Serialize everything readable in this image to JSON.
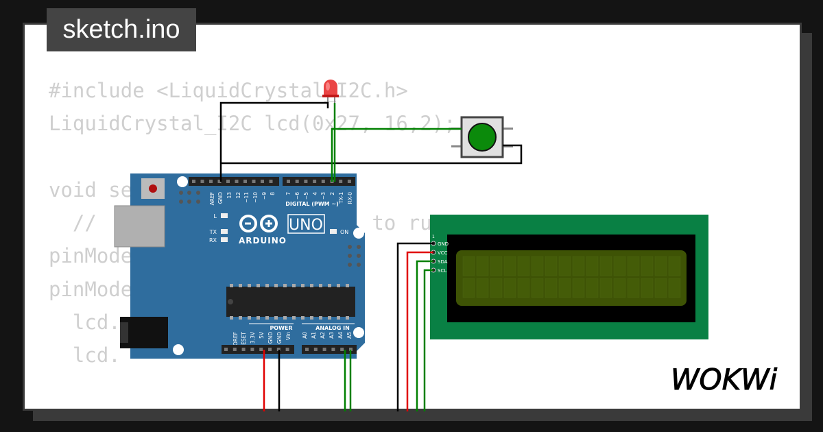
{
  "header": {
    "filename": "sketch.ino"
  },
  "code_lines": [
    "#include <LiquidCrystal_I2C.h>",
    "LiquidCrystal_I2C lcd(0x27, 16,2);",
    "",
    "void se",
    "  //                 here, to run once:",
    "pinMode",
    "pinMode",
    "  lcd.",
    "  lcd.",
    "",
    "}"
  ],
  "arduino": {
    "brand": "ARDUINO",
    "model": "UNO",
    "digital_header": "DIGITAL (PWM ~)",
    "power_header": "POWER",
    "analog_header": "ANALOG IN",
    "digital_pins": [
      "AREF",
      "GND",
      "13",
      "12",
      "~11",
      "~10",
      "~9",
      "8",
      "7",
      "~6",
      "~5",
      "4",
      "~3",
      "2",
      "TX-1",
      "RX-0"
    ],
    "power_pins": [
      "IOREF",
      "RESET",
      "3.3V",
      "5V",
      "GND",
      "GND",
      "Vin"
    ],
    "analog_pins": [
      "A0",
      "A1",
      "A2",
      "A3",
      "A4",
      "A5"
    ],
    "led_labels": {
      "l": "L",
      "tx": "TX",
      "rx": "RX",
      "on": "ON"
    }
  },
  "lcd": {
    "pins": [
      "GND",
      "VCC",
      "SDA",
      "SCL"
    ],
    "pin1_marker": "1"
  },
  "logo": {
    "text": "WOKWi"
  },
  "colors": {
    "board": "#2f6d9e",
    "lcd_pcb": "#098044",
    "lcd_screen": "#3e5305",
    "wire_red": "#e00000",
    "wire_green": "#008000",
    "wire_black": "#000000",
    "led_red": "#e83030",
    "button_green": "#0b8a0b"
  }
}
